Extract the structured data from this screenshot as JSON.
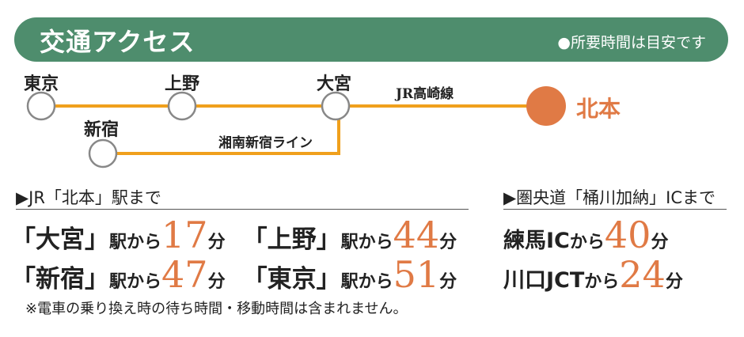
{
  "header": {
    "title": "交通アクセス",
    "note": "●所要時間は目安です"
  },
  "colors": {
    "header_bg": "#4e8d6d",
    "line": "#f0a01c",
    "accent": "#e07a45",
    "station_fill": "#ffffff",
    "station_stroke": "#888888"
  },
  "stations": {
    "tokyo": "東京",
    "ueno": "上野",
    "omiya": "大宮",
    "shinjuku": "新宿",
    "kitamoto": "北本"
  },
  "lines": {
    "takasaki": "JR高崎線",
    "shonan": "湘南新宿ライン"
  },
  "rail": {
    "heading": "▶JR「北本」駅まで",
    "routes": [
      {
        "from": "「大宮」",
        "suffix": "駅から",
        "minutes": "17",
        "unit": "分"
      },
      {
        "from": "「上野」",
        "suffix": "駅から",
        "minutes": "44",
        "unit": "分"
      },
      {
        "from": "「新宿」",
        "suffix": "駅から",
        "minutes": "47",
        "unit": "分"
      },
      {
        "from": "「東京」",
        "suffix": "駅から",
        "minutes": "51",
        "unit": "分"
      }
    ]
  },
  "road": {
    "heading": "▶圏央道「桶川加納」ICまで",
    "routes": [
      {
        "from": "練馬IC",
        "suffix": "から",
        "minutes": "40",
        "unit": "分"
      },
      {
        "from": "川口JCT",
        "suffix": "から",
        "minutes": "24",
        "unit": "分"
      }
    ]
  },
  "footnote": "※電車の乗り換え時の待ち時間・移動時間は含まれません。"
}
